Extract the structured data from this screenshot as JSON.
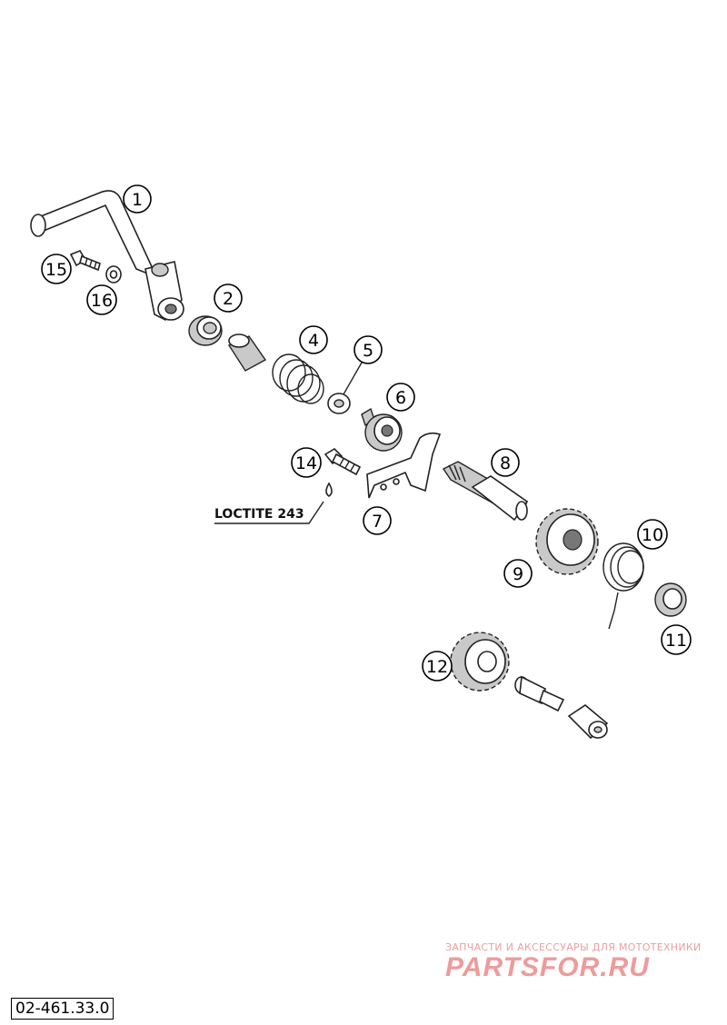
{
  "callouts": [
    "1",
    "2",
    "4",
    "5",
    "6",
    "7",
    "8",
    "9",
    "10",
    "11",
    "12",
    "14",
    "15",
    "16"
  ],
  "loctite_label": "LOCTITE 243",
  "watermark": {
    "tagline": "ЗАПЧАСТИ И АКСЕССУАРЫ ДЛЯ МОТОТЕХНИКИ",
    "brand": "PARTSFOR.RU"
  },
  "drawing_code": "02-461.33.0",
  "colors": {
    "lines": "#222222",
    "watermark": "#ee9b9b",
    "background": "#ffffff"
  }
}
